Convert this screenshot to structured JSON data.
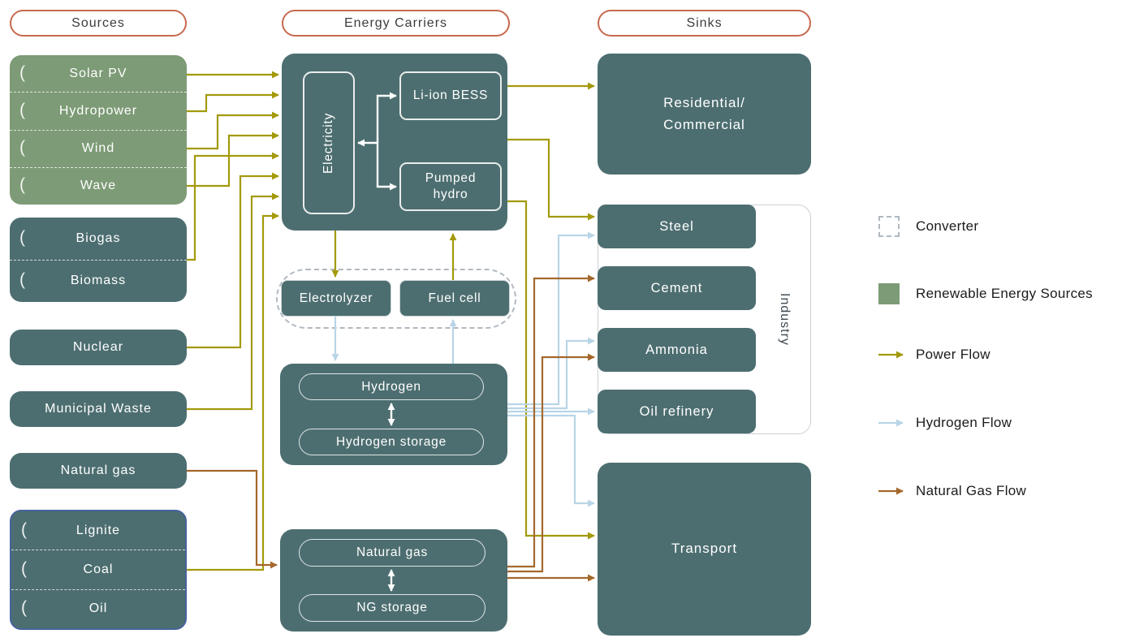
{
  "colors": {
    "theme": {
      "teal": "#4d6e70",
      "green": "#7d9b76",
      "header-border": "#c8684e",
      "fossil-border": "#46629b",
      "dash-gray": "#b0b8c0",
      "industry-border": "#ccd1d6",
      "text-dark": "#3c3c3c"
    },
    "flow": {
      "power": "#a39a0c",
      "hydrogen": "#b9d5e6",
      "ng": "#a4682c",
      "white": "#ffffff"
    }
  },
  "headers": {
    "sources": "Sources",
    "carriers": "Energy Carriers",
    "sinks": "Sinks"
  },
  "sources": {
    "renewables": {
      "items": [
        "Solar PV",
        "Hydropower",
        "Wind",
        "Wave"
      ]
    },
    "bio": {
      "items": [
        "Biogas",
        "Biomass"
      ]
    },
    "nuclear": {
      "label": "Nuclear"
    },
    "municipal_waste": {
      "label": "Municipal Waste"
    },
    "natural_gas": {
      "label": "Natural gas"
    },
    "fossil": {
      "items": [
        "Lignite",
        "Coal",
        "Oil"
      ]
    }
  },
  "carriers": {
    "electricity": {
      "label": "Electricity",
      "bess": "Li-ion BESS",
      "pumped": "Pumped hydro"
    },
    "converter": {
      "electrolyzer": "Electrolyzer",
      "fuel_cell": "Fuel cell"
    },
    "hydrogen": {
      "main": "Hydrogen",
      "storage": "Hydrogen storage"
    },
    "natural_gas": {
      "main": "Natural gas",
      "storage": "NG storage"
    }
  },
  "sinks": {
    "residential": {
      "line1": "Residential/",
      "line2": "Commercial"
    },
    "industry": {
      "label": "Industry",
      "items": [
        "Steel",
        "Cement",
        "Ammonia",
        "Oil refinery"
      ]
    },
    "transport": {
      "label": "Transport"
    }
  },
  "legend": {
    "converter": "Converter",
    "renewables": "Renewable Energy Sources",
    "power": "Power Flow",
    "hydrogen": "Hydrogen Flow",
    "natural_gas": "Natural Gas Flow"
  },
  "flows": [
    {
      "name": "solar-to-electricity",
      "type": "power",
      "points": [
        [
          230,
          92
        ],
        [
          343,
          92
        ]
      ]
    },
    {
      "name": "hydropower-to-electricity",
      "type": "power",
      "points": [
        [
          230,
          137
        ],
        [
          254,
          137
        ],
        [
          254,
          117
        ],
        [
          343,
          117
        ]
      ]
    },
    {
      "name": "wind-to-electricity",
      "type": "power",
      "points": [
        [
          230,
          183
        ],
        [
          268,
          183
        ],
        [
          268,
          142
        ],
        [
          343,
          142
        ]
      ]
    },
    {
      "name": "wave-to-electricity",
      "type": "power",
      "points": [
        [
          230,
          229
        ],
        [
          282,
          229
        ],
        [
          282,
          167
        ],
        [
          343,
          167
        ]
      ]
    },
    {
      "name": "biogas-biomass-to-electricity",
      "type": "power",
      "points": [
        [
          230,
          320
        ],
        [
          240,
          320
        ],
        [
          240,
          192
        ],
        [
          343,
          192
        ]
      ]
    },
    {
      "name": "nuclear-to-electricity",
      "type": "power",
      "points": [
        [
          230,
          428
        ],
        [
          296,
          428
        ],
        [
          296,
          217
        ],
        [
          343,
          217
        ]
      ]
    },
    {
      "name": "municipal-waste-to-electricity",
      "type": "power",
      "points": [
        [
          230,
          504
        ],
        [
          310,
          504
        ],
        [
          310,
          242
        ],
        [
          343,
          242
        ]
      ]
    },
    {
      "name": "coal-to-electricity",
      "type": "power",
      "points": [
        [
          230,
          702
        ],
        [
          324,
          702
        ],
        [
          324,
          266
        ],
        [
          343,
          266
        ]
      ]
    },
    {
      "name": "electricity-to-residential",
      "type": "power",
      "points": [
        [
          625,
          106
        ],
        [
          732,
          106
        ]
      ]
    },
    {
      "name": "electricity-to-electrolyzer",
      "type": "power",
      "points": [
        [
          413,
          284
        ],
        [
          413,
          341
        ]
      ]
    },
    {
      "name": "fuel-cell-to-electricity",
      "type": "power",
      "points": [
        [
          558,
          345
        ],
        [
          558,
          288
        ]
      ]
    },
    {
      "name": "electricity-to-steel",
      "type": "power",
      "points": [
        [
          625,
          172
        ],
        [
          676,
          172
        ],
        [
          676,
          267
        ],
        [
          732,
          267
        ]
      ]
    },
    {
      "name": "electricity-to-transport",
      "type": "power",
      "points": [
        [
          625,
          248
        ],
        [
          648,
          248
        ],
        [
          648,
          660
        ],
        [
          732,
          660
        ]
      ]
    },
    {
      "name": "electrolyzer-to-hydrogen",
      "type": "hydrogen",
      "points": [
        [
          413,
          390
        ],
        [
          413,
          444
        ]
      ]
    },
    {
      "name": "hydrogen-to-fuel-cell",
      "type": "hydrogen",
      "points": [
        [
          558,
          448
        ],
        [
          558,
          394
        ]
      ]
    },
    {
      "name": "hydrogen-to-steel",
      "type": "hydrogen",
      "points": [
        [
          625,
          498
        ],
        [
          688,
          498
        ],
        [
          688,
          290
        ],
        [
          732,
          290
        ]
      ]
    },
    {
      "name": "hydrogen-to-ammonia",
      "type": "hydrogen",
      "points": [
        [
          625,
          503
        ],
        [
          698,
          503
        ],
        [
          698,
          420
        ],
        [
          732,
          420
        ]
      ]
    },
    {
      "name": "hydrogen-to-oil-refinery",
      "type": "hydrogen",
      "points": [
        [
          625,
          507
        ],
        [
          732,
          507
        ]
      ]
    },
    {
      "name": "hydrogen-to-transport",
      "type": "hydrogen",
      "points": [
        [
          625,
          512
        ],
        [
          708,
          512
        ],
        [
          708,
          620
        ],
        [
          732,
          620
        ]
      ]
    },
    {
      "name": "natural-gas-source-to-carrier",
      "type": "ng",
      "points": [
        [
          230,
          580
        ],
        [
          316,
          580
        ],
        [
          316,
          696
        ],
        [
          341,
          696
        ]
      ]
    },
    {
      "name": "ng-to-cement",
      "type": "ng",
      "points": [
        [
          625,
          698
        ],
        [
          658,
          698
        ],
        [
          658,
          343
        ],
        [
          732,
          343
        ]
      ]
    },
    {
      "name": "ng-to-ammonia",
      "type": "ng",
      "points": [
        [
          625,
          704
        ],
        [
          668,
          704
        ],
        [
          668,
          440
        ],
        [
          732,
          440
        ]
      ]
    },
    {
      "name": "ng-to-transport",
      "type": "ng",
      "points": [
        [
          625,
          712
        ],
        [
          732,
          712
        ]
      ]
    },
    {
      "name": "electricity-storage-link",
      "type": "white",
      "points": [
        [
          465,
          176
        ],
        [
          441,
          176
        ]
      ]
    },
    {
      "name": "electricity-to-bess",
      "type": "white",
      "points": [
        [
          465,
          176
        ],
        [
          465,
          118
        ],
        [
          488,
          118
        ]
      ]
    },
    {
      "name": "electricity-to-pumped-hydro",
      "type": "white",
      "points": [
        [
          465,
          176
        ],
        [
          465,
          230
        ],
        [
          488,
          230
        ]
      ]
    },
    {
      "name": "hydrogen-storage-exchange",
      "type": "white",
      "both": true,
      "points": [
        [
          482,
          497
        ],
        [
          482,
          524
        ]
      ]
    },
    {
      "name": "ng-storage-exchange",
      "type": "white",
      "both": true,
      "points": [
        [
          482,
          702
        ],
        [
          482,
          728
        ]
      ]
    },
    {
      "name": "legend-power-arrow",
      "type": "power",
      "points": [
        [
          1082,
          437
        ],
        [
          1112,
          437
        ]
      ]
    },
    {
      "name": "legend-hydrogen-arrow",
      "type": "hydrogen",
      "points": [
        [
          1082,
          521
        ],
        [
          1112,
          521
        ]
      ]
    },
    {
      "name": "legend-ng-arrow",
      "type": "ng",
      "points": [
        [
          1082,
          605
        ],
        [
          1112,
          605
        ]
      ]
    }
  ]
}
